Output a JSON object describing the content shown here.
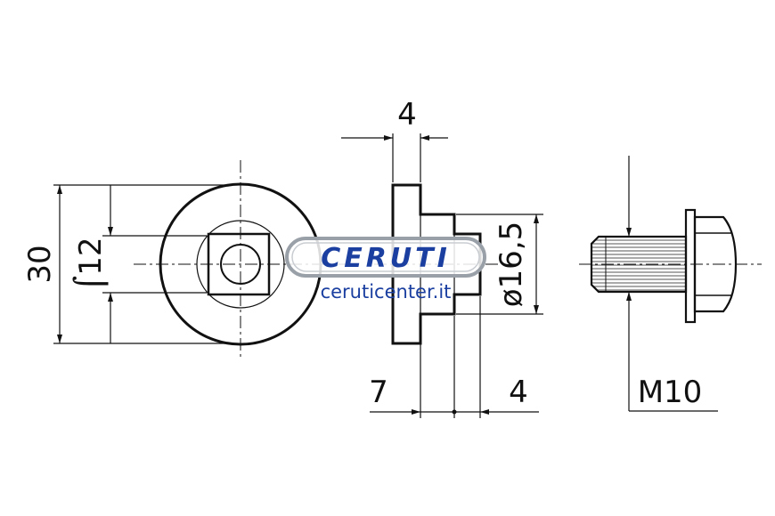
{
  "dimensions": {
    "outer_diameter": "30",
    "square": "⌠12",
    "plate_thickness": "4",
    "boss_diameter": "ø16,5",
    "boss_length": "7",
    "nut_length": "4",
    "thread": "M10"
  },
  "watermark": {
    "brand": "CERUTI",
    "url": "ceruticenter.it"
  },
  "colors": {
    "line": "#111111",
    "brand": "#1a3fa0"
  }
}
